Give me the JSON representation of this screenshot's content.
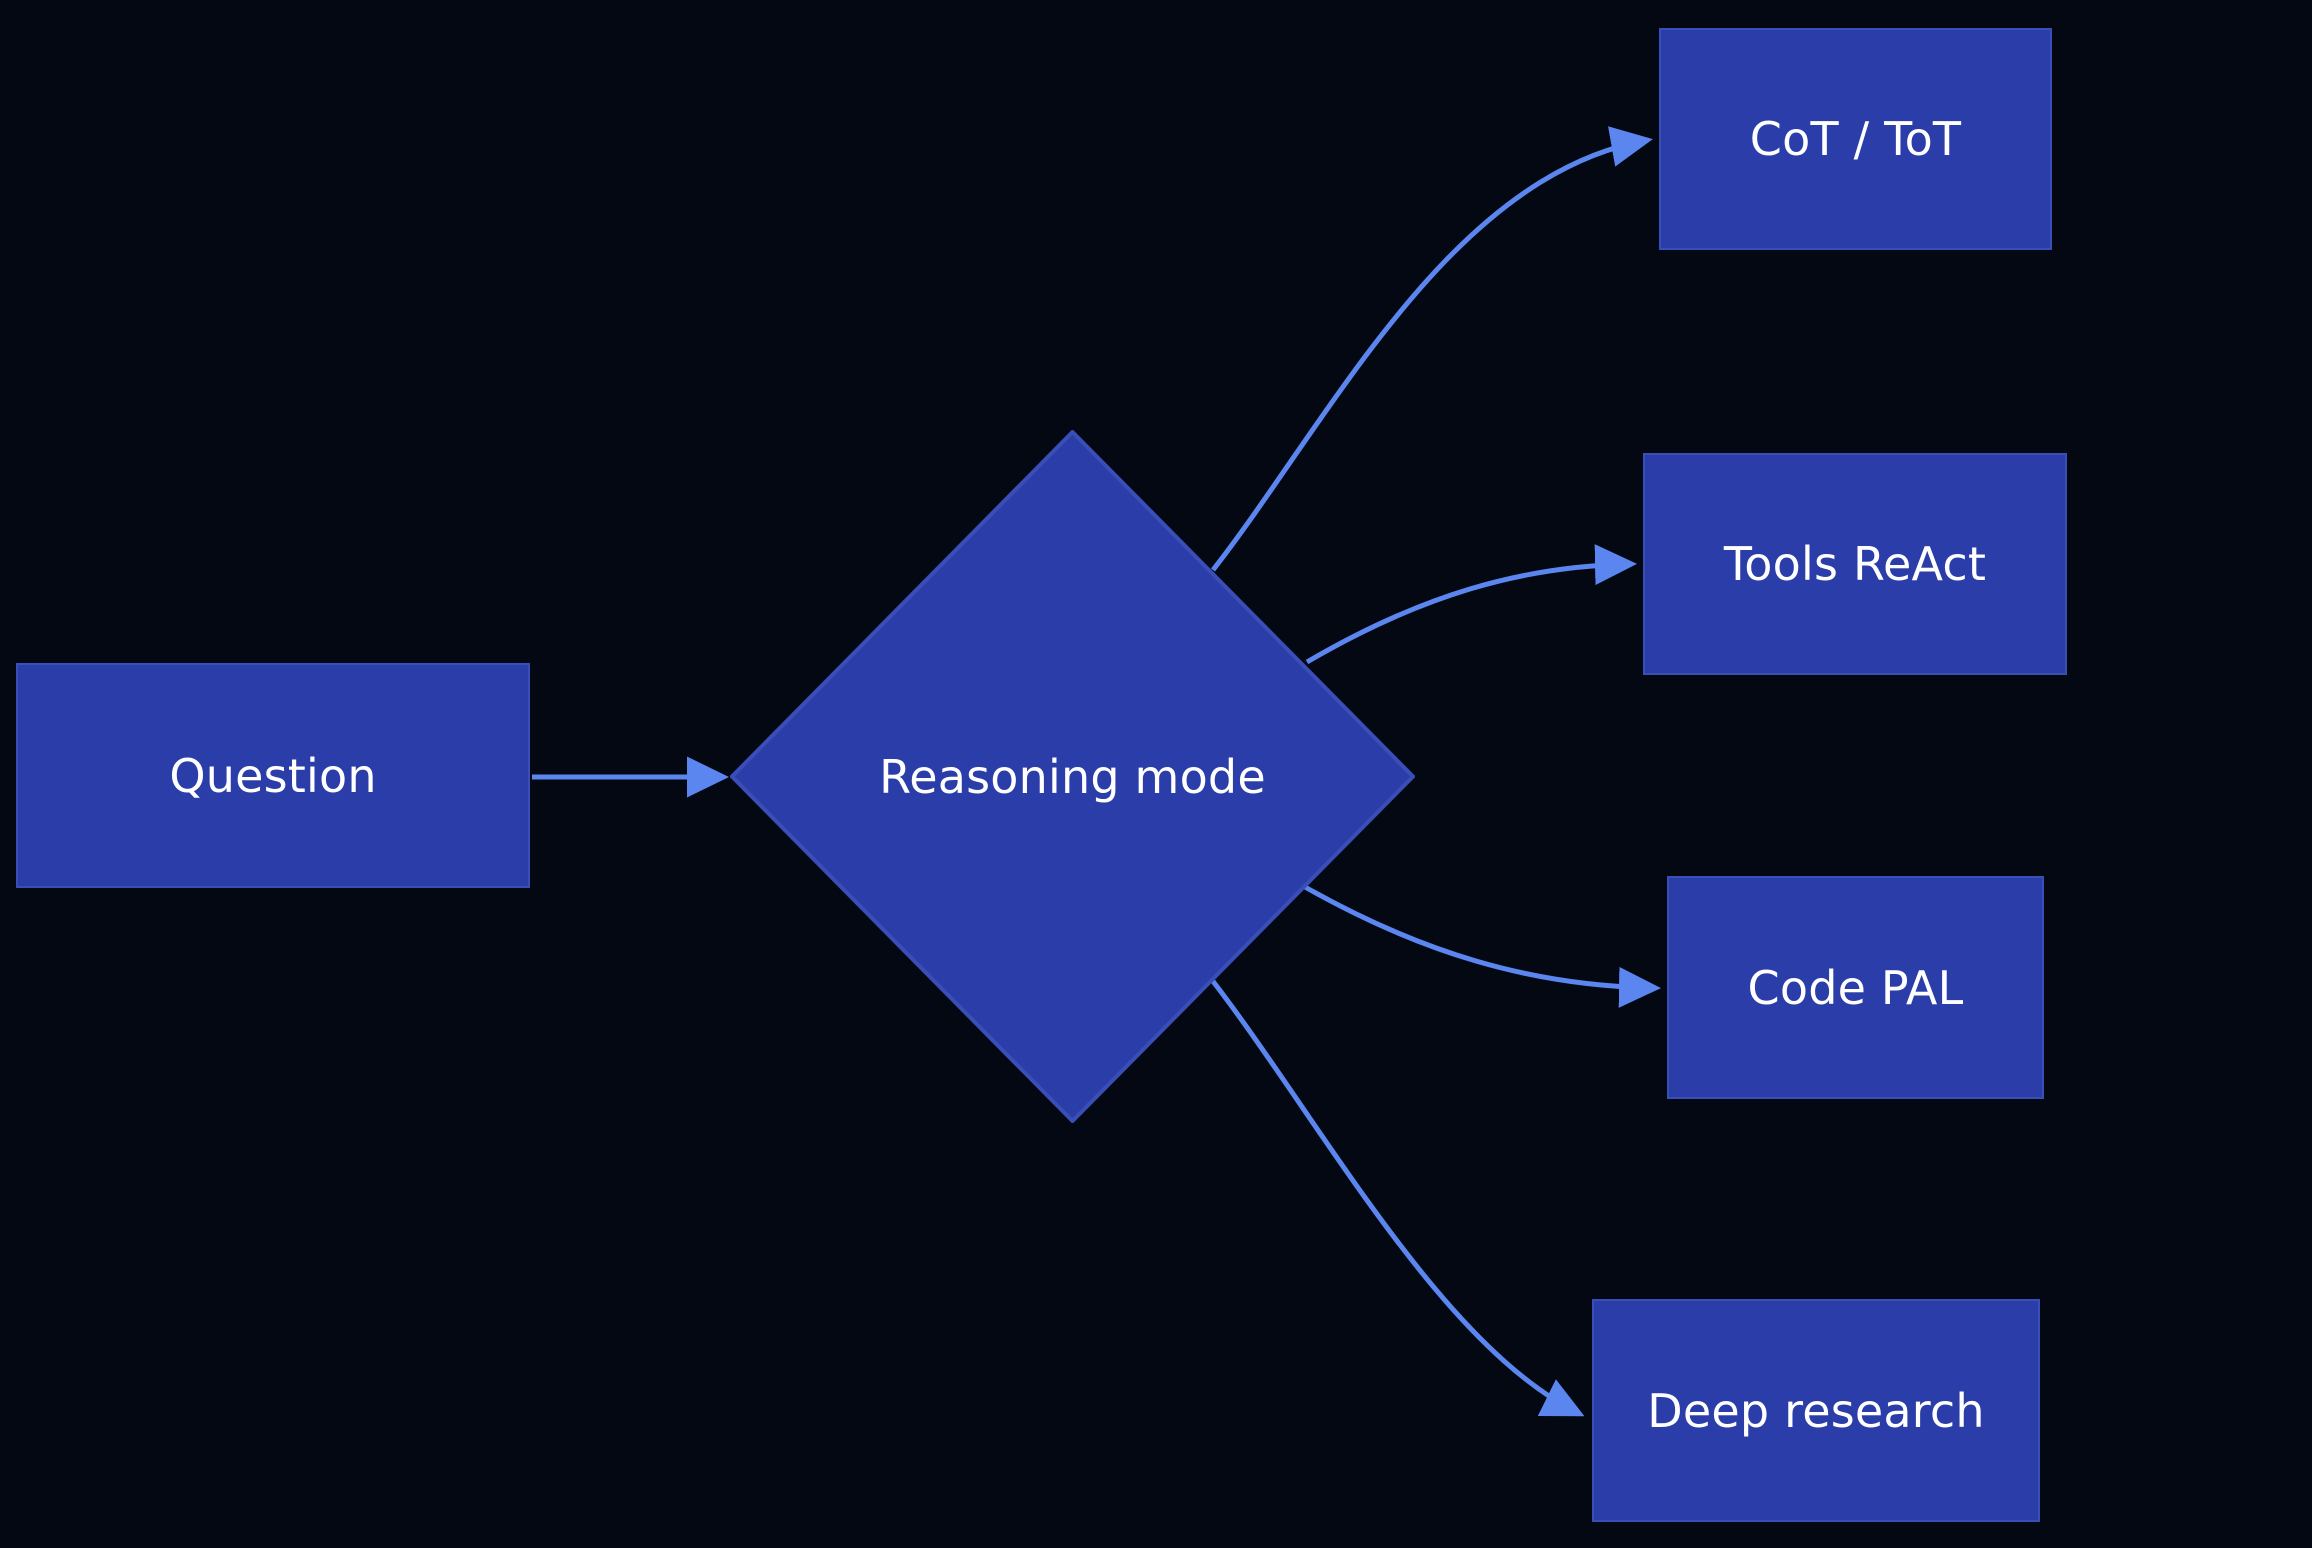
{
  "diagram": {
    "type": "flowchart",
    "orientation": "left-to-right",
    "background_color": "#030813",
    "node_fill_color": "#2A3DA8",
    "node_border_color": "#3A4EB8",
    "node_text_color": "#FFFFFF",
    "edge_color": "#5B86F0",
    "nodes": [
      {
        "id": "question",
        "label": "Question",
        "shape": "rectangle"
      },
      {
        "id": "decision",
        "label": "Reasoning mode",
        "shape": "diamond"
      },
      {
        "id": "cot",
        "label": "CoT / ToT",
        "shape": "rectangle"
      },
      {
        "id": "tools",
        "label": "Tools ReAct",
        "shape": "rectangle"
      },
      {
        "id": "code",
        "label": "Code PAL",
        "shape": "rectangle"
      },
      {
        "id": "deep",
        "label": "Deep research",
        "shape": "rectangle"
      }
    ],
    "edges": [
      {
        "id": "e1",
        "from": "question",
        "to": "decision",
        "label": "",
        "style": "straight-arrow"
      },
      {
        "id": "e2",
        "from": "decision",
        "to": "cot",
        "label": "",
        "style": "curved-arrow"
      },
      {
        "id": "e3",
        "from": "decision",
        "to": "tools",
        "label": "",
        "style": "curved-arrow"
      },
      {
        "id": "e4",
        "from": "decision",
        "to": "code",
        "label": "",
        "style": "curved-arrow"
      },
      {
        "id": "e5",
        "from": "decision",
        "to": "deep",
        "label": "",
        "style": "curved-arrow"
      }
    ]
  },
  "labels": {
    "question": "Question",
    "decision": "Reasoning mode",
    "cot": "CoT / ToT",
    "tools": "Tools ReAct",
    "code": "Code PAL",
    "deep": "Deep research"
  }
}
